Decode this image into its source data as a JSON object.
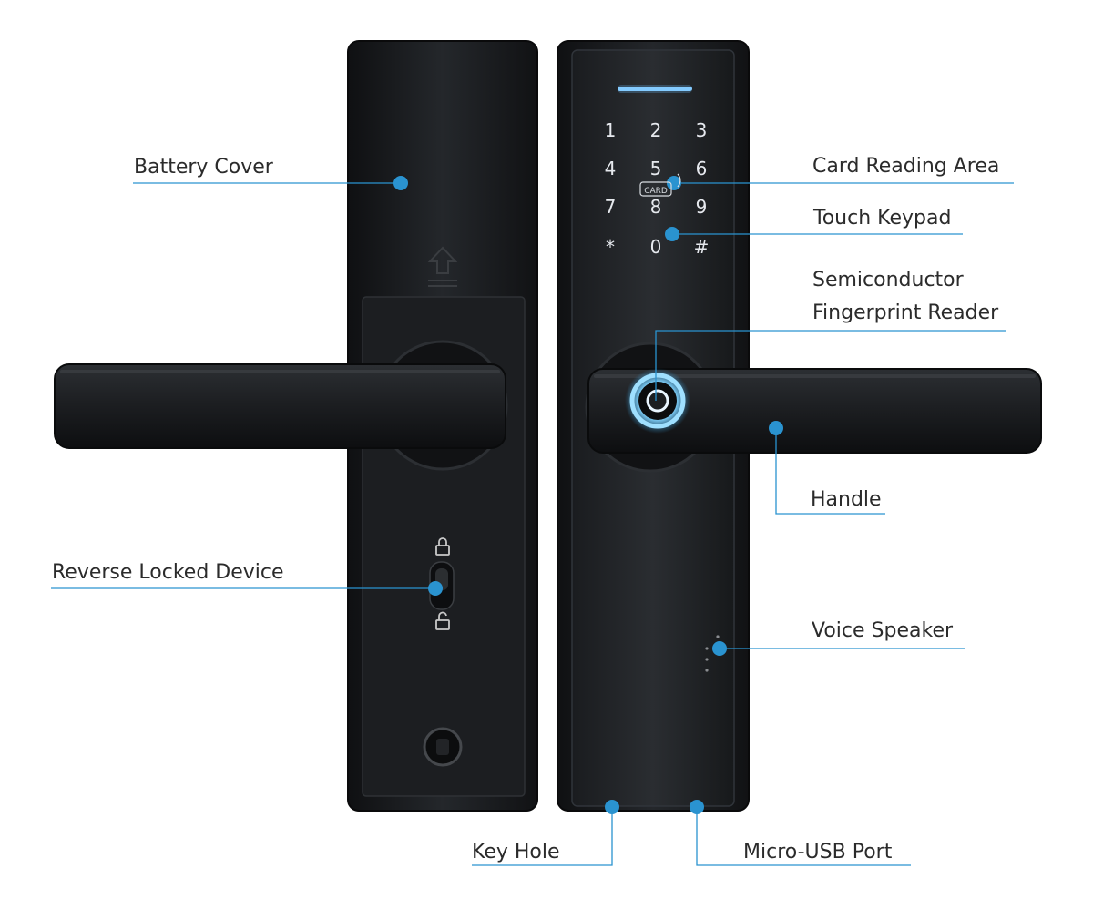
{
  "labels": {
    "battery_cover": "Battery Cover",
    "card_reading_area": "Card Reading Area",
    "touch_keypad": "Touch Keypad",
    "fingerprint_line1": "Semiconductor",
    "fingerprint_line2": "Fingerprint Reader",
    "handle": "Handle",
    "reverse_locked_device": "Reverse Locked Device",
    "voice_speaker": "Voice Speaker",
    "key_hole": "Key Hole",
    "micro_usb_port": "Micro-USB Port"
  },
  "keypad": {
    "keys": [
      "1",
      "2",
      "3",
      "4",
      "5",
      "6",
      "7",
      "8",
      "9",
      "*",
      "0",
      "#"
    ],
    "card_badge": "CARD"
  },
  "colors": {
    "accent": "#2a93d0",
    "body_dark": "#17191c",
    "text": "#2b2b2b"
  },
  "icons": [
    "arrow-up-icon",
    "lock-closed-icon",
    "lock-open-icon",
    "fingerprint-ring-icon"
  ]
}
